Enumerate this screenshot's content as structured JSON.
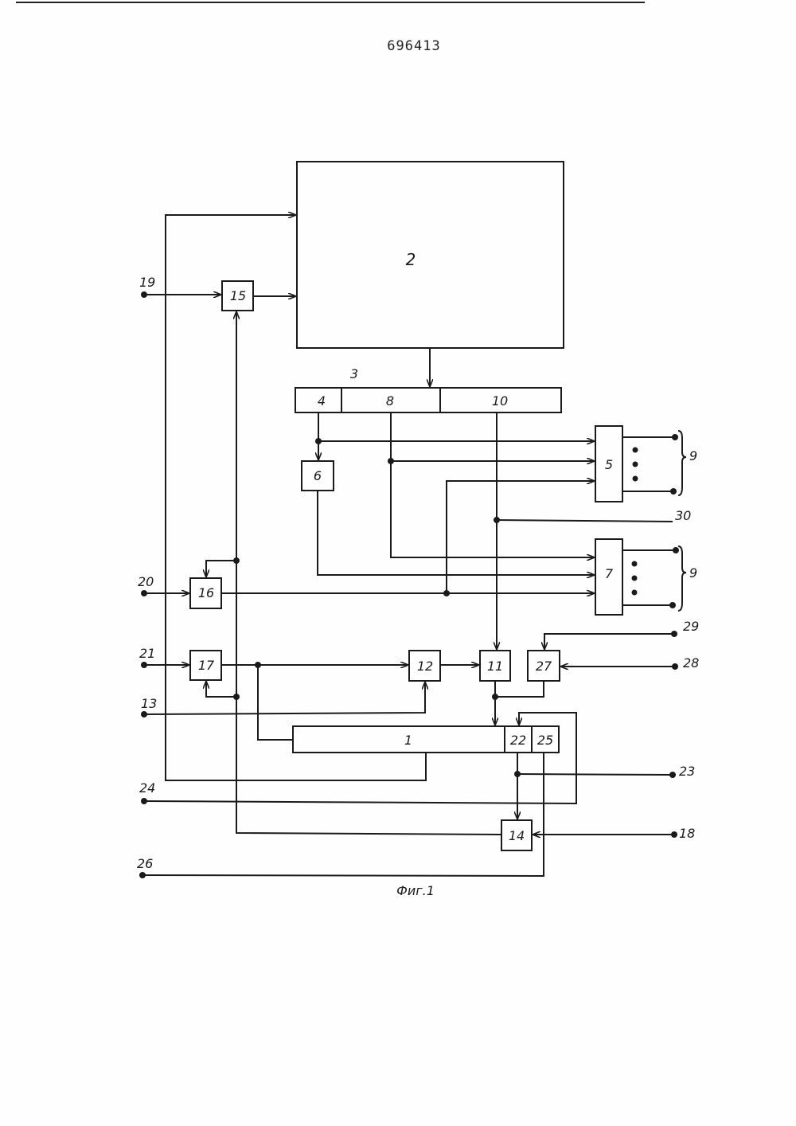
{
  "document": {
    "number": "696413",
    "caption": "Фиг.1"
  },
  "blocks": {
    "b1": "1",
    "b2": "2",
    "b3": "3",
    "b4": "4",
    "b5": "5",
    "b6": "6",
    "b7": "7",
    "b8": "8",
    "b10": "10",
    "b11": "11",
    "b12": "12",
    "b14": "14",
    "b15": "15",
    "b16": "16",
    "b17": "17",
    "b22": "22",
    "b25": "25",
    "b27": "27"
  },
  "terminals": {
    "t9a": "9",
    "t9b": "9",
    "t13": "13",
    "t18": "18",
    "t19": "19",
    "t20": "20",
    "t21": "21",
    "t23": "23",
    "t24": "24",
    "t26": "26",
    "t28": "28",
    "t29": "29",
    "t30": "30"
  }
}
